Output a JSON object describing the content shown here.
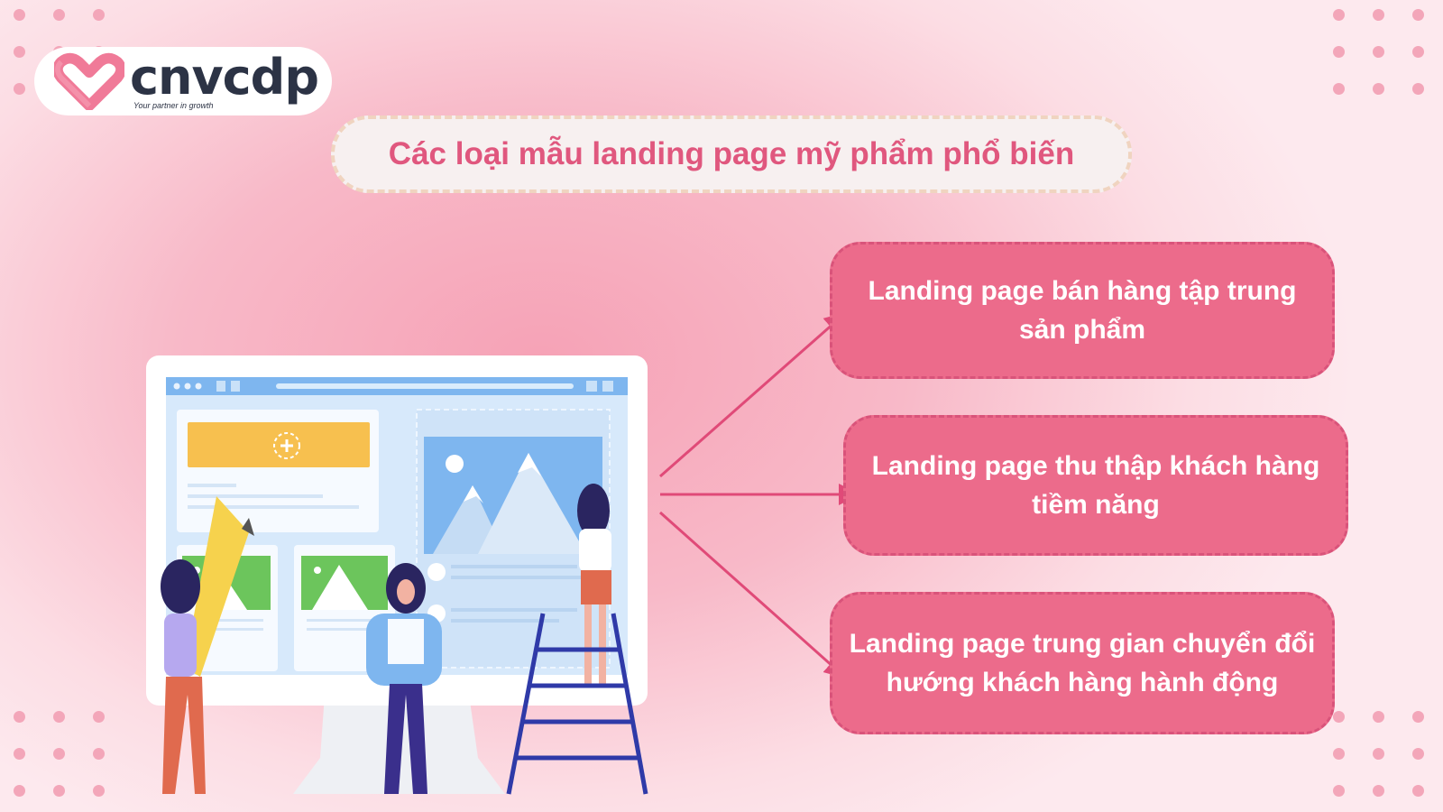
{
  "brand": {
    "name": "cnvcdp",
    "tagline": "Your partner in growth",
    "icon": "heart-icon",
    "colors": {
      "heart": "#f07a98",
      "text": "#2c3345"
    }
  },
  "title": "Các loại mẫu landing page mỹ phẩm phổ biến",
  "cards": [
    {
      "label": "Landing page bán hàng tập trung sản phẩm"
    },
    {
      "label": "Landing page thu thập khách hàng tiềm năng"
    },
    {
      "label": "Landing page trung gian chuyển đổi hướng khách hàng hành động"
    }
  ],
  "illustration": {
    "subject": "people-building-landing-page-on-monitor",
    "icon": "monitor-illustration"
  },
  "colors": {
    "accent": "#e0577e",
    "card_bg": "#ec6b8b",
    "arrow": "#e04a78",
    "dots": "#f3a6b9",
    "title_bg": "#f7f0f0"
  }
}
